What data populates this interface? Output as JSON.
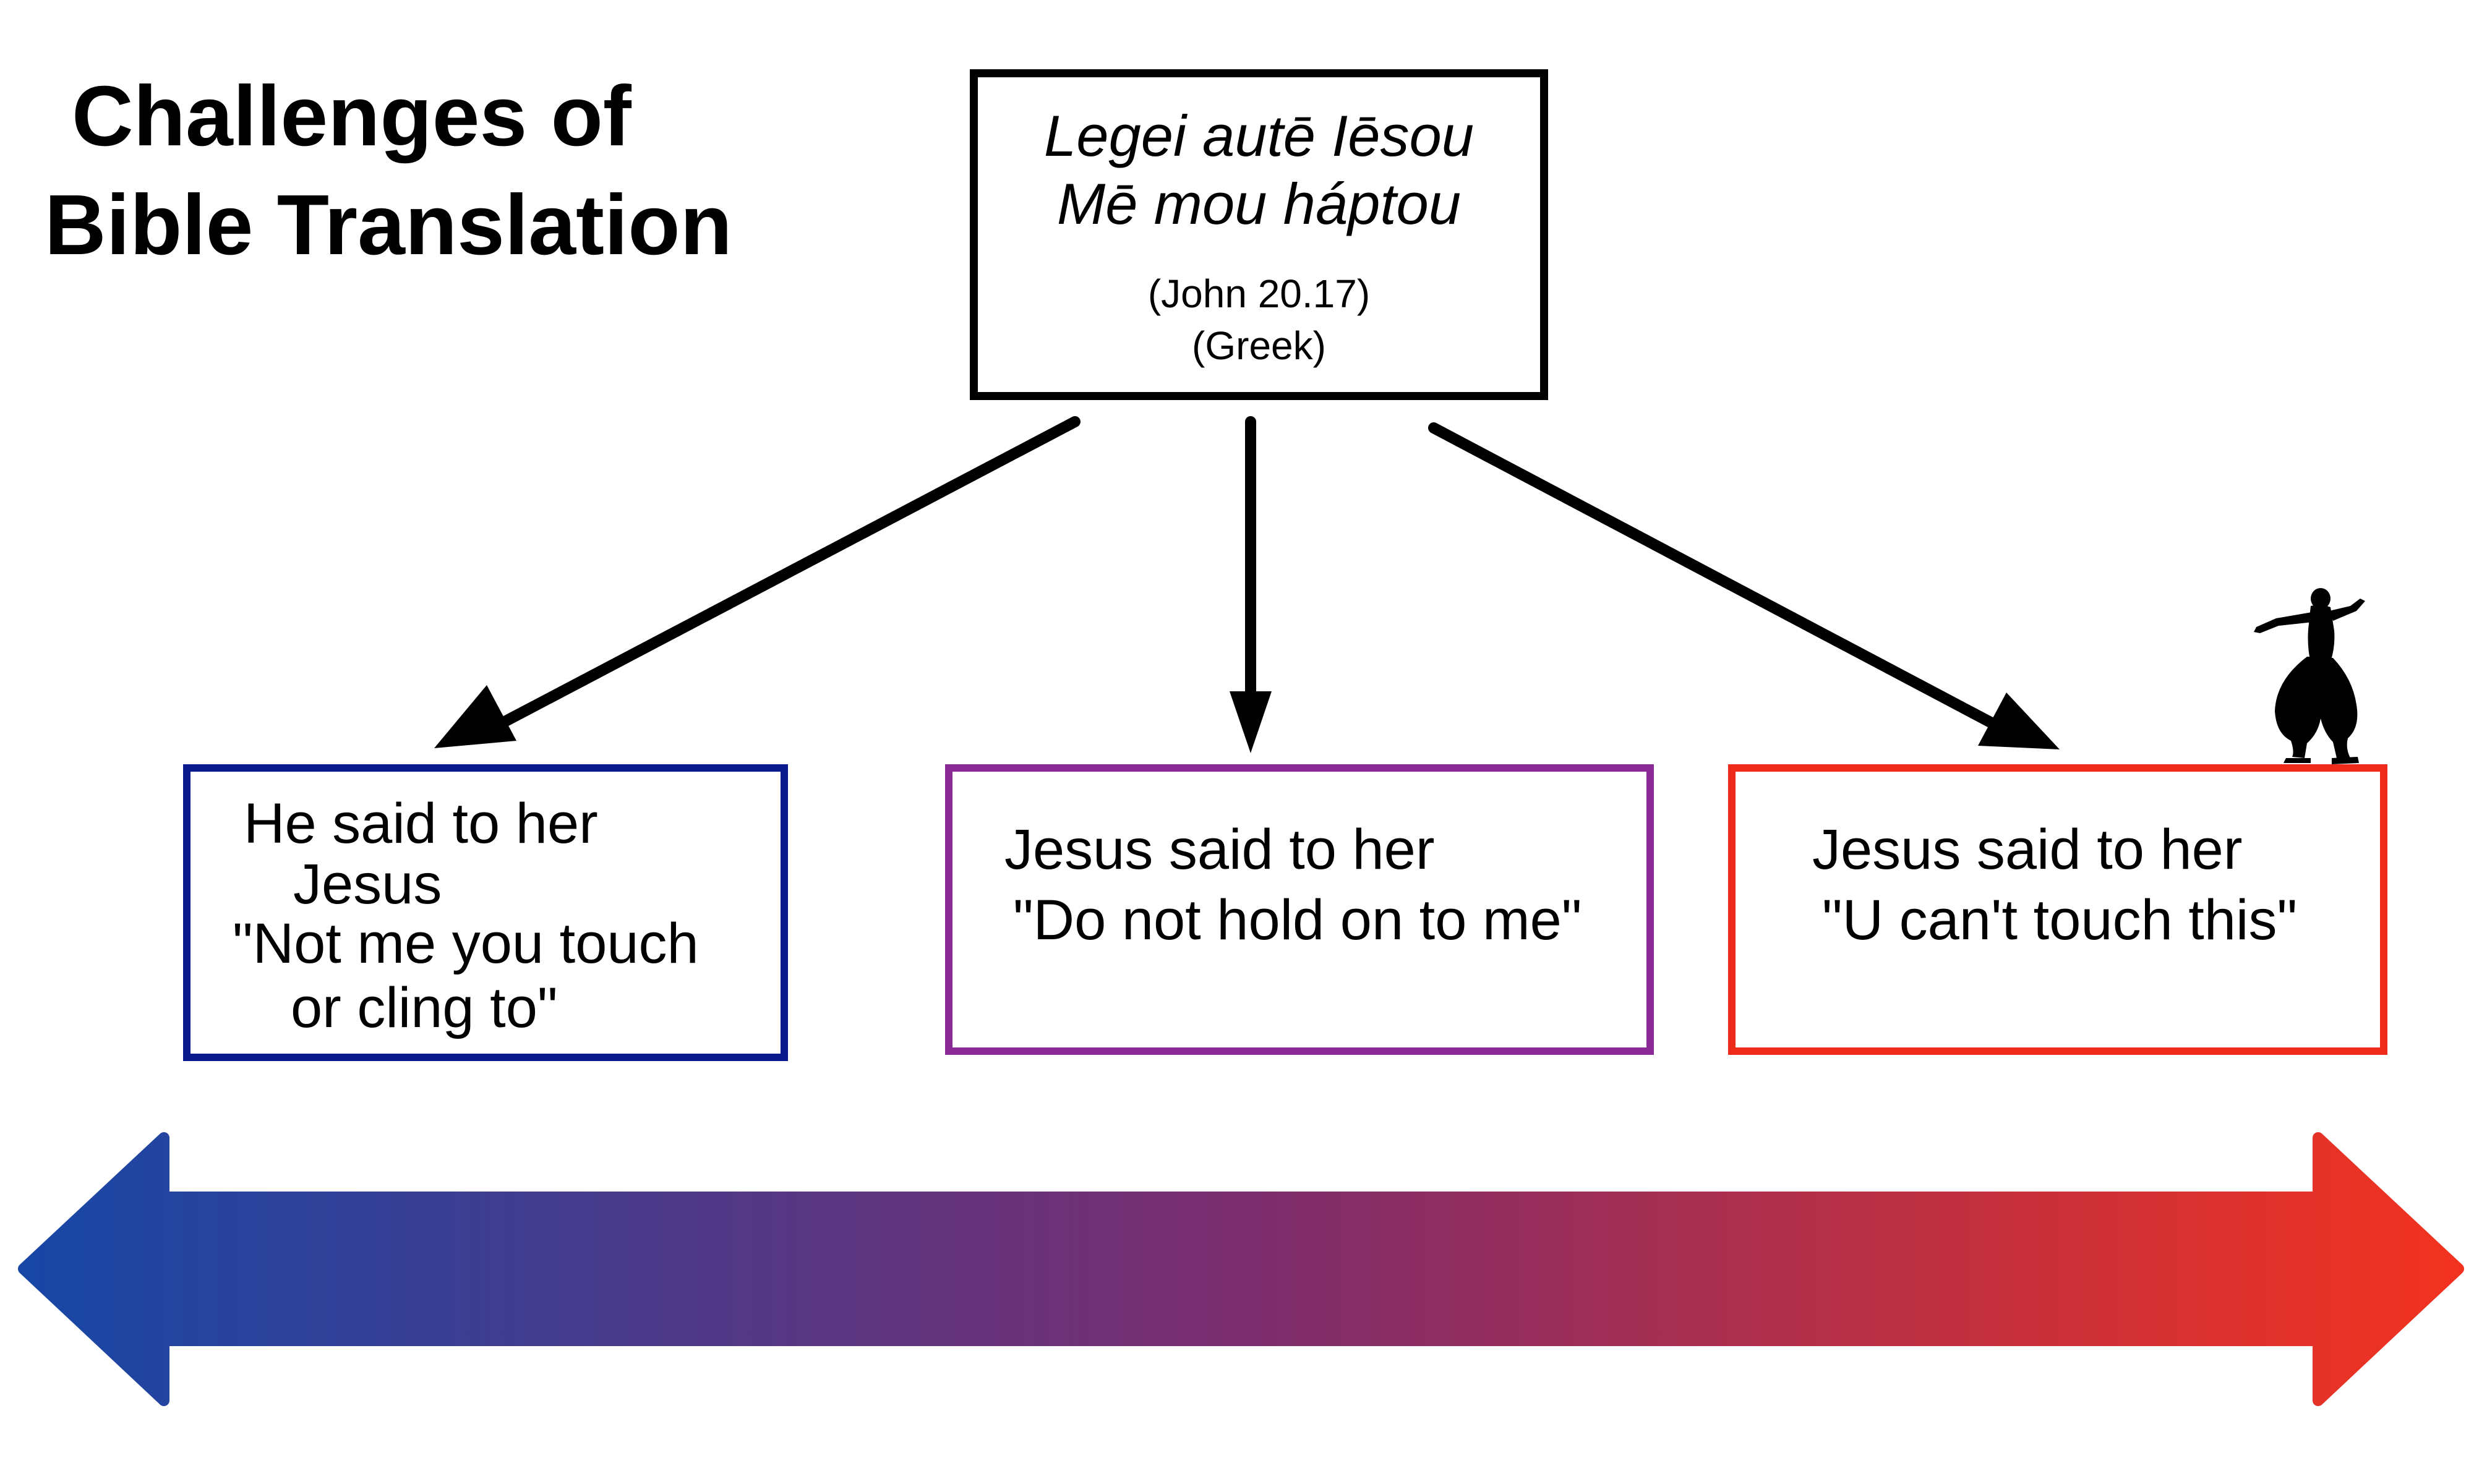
{
  "title": {
    "line1": "Challenges of",
    "line2": "Bible Translation"
  },
  "source": {
    "greek_line1": "Legei autē Iēsou",
    "greek_line2": "Mē mou háptou",
    "reference": "(John 20.17)",
    "language": "(Greek)"
  },
  "translations": [
    {
      "lines": [
        "He said to her",
        "Jesus",
        "\"Not me you touch",
        "or cling to\""
      ],
      "border_color": "#0a1a8c"
    },
    {
      "lines": [
        "Jesus said to her",
        "\"Do not hold on to me\""
      ],
      "border_color": "#8a2a95"
    },
    {
      "lines": [
        "Jesus said to her",
        "\"U can't touch this\""
      ],
      "border_color": "#ee2b1a"
    }
  ],
  "scale": {
    "gradient_start": "#1747a6",
    "gradient_mid": "#7b2d6e",
    "gradient_end": "#f3321f"
  },
  "icons": {
    "dancer": "dancing-figure-silhouette-icon"
  }
}
